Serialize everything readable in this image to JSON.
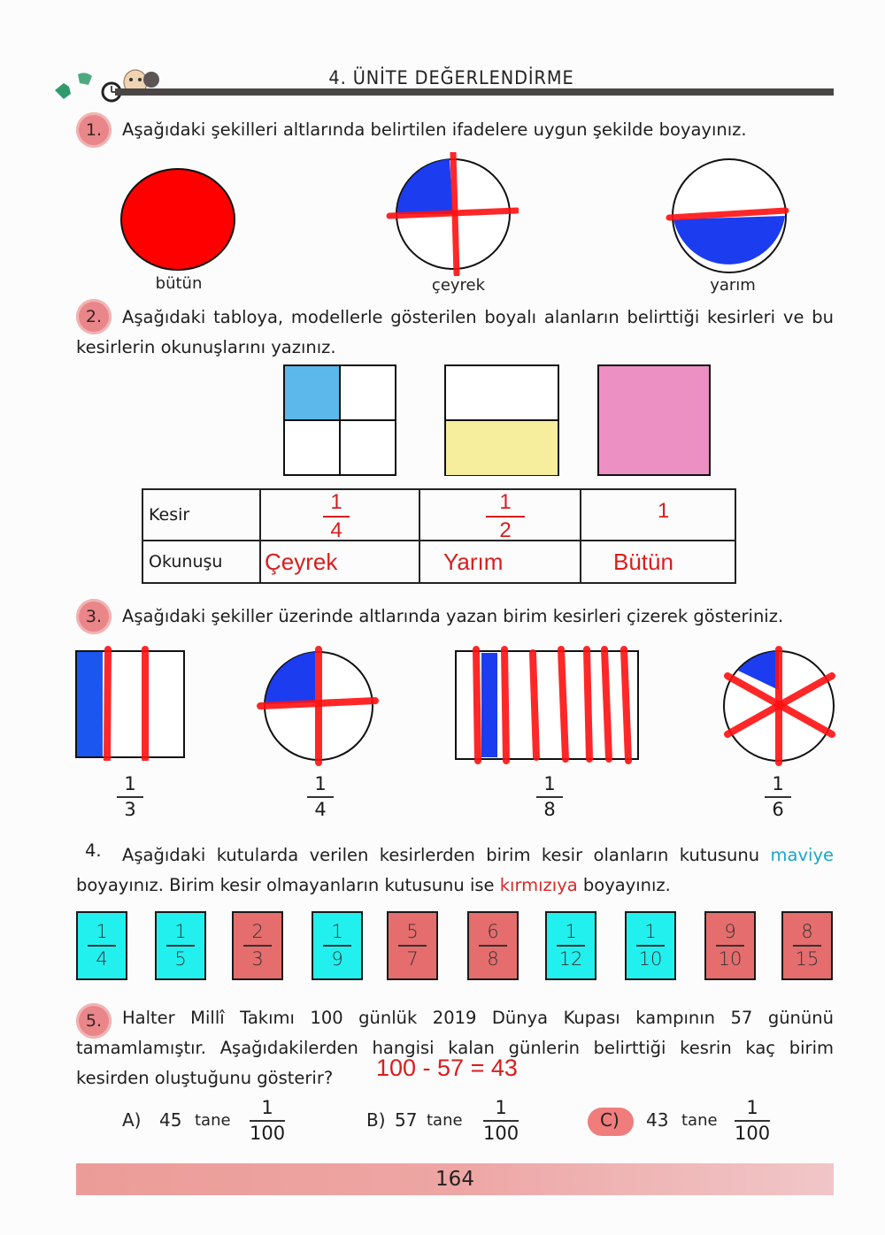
{
  "header": {
    "title": "4. ÜNİTE DEĞERLENDİRME"
  },
  "questions": {
    "q1": {
      "number": "1.",
      "text": "Aşağıdaki şekilleri altlarında belirtilen ifadelere uygun şekilde boyayınız.",
      "shapes": [
        {
          "label": "bütün",
          "shape": "circle",
          "fill": "whole"
        },
        {
          "label": "çeyrek",
          "shape": "circle",
          "fill": "quarter"
        },
        {
          "label": "yarım",
          "shape": "circle",
          "fill": "half"
        }
      ]
    },
    "q2": {
      "number": "2.",
      "text": "Aşağıdaki tabloya, modellerle gösterilen boyalı alanların belirttiği kesirleri ve bu kesirlerin okunuşlarını yazınız.",
      "models": [
        {
          "type": "grid-2x2",
          "shaded": "top-left",
          "color": "#5cb8ea"
        },
        {
          "type": "halves",
          "shaded": "bottom",
          "color": "#f6ee9c"
        },
        {
          "type": "whole",
          "shaded": "all",
          "color": "#ec8fc3"
        }
      ],
      "table": {
        "row1_label": "Kesir",
        "row2_label": "Okunuşu",
        "fractions": [
          {
            "num": "1",
            "den": "4"
          },
          {
            "num": "1",
            "den": "2"
          },
          {
            "num": "1",
            "den": ""
          }
        ],
        "readings": [
          "Çeyrek",
          "Yarım",
          "Bütün"
        ]
      }
    },
    "q3": {
      "number": "3.",
      "text": "Aşağıdaki şekiller üzerinde altlarında yazan birim kesirleri çizerek gösteriniz.",
      "items": [
        {
          "shape": "rectangle",
          "num": "1",
          "den": "3"
        },
        {
          "shape": "circle",
          "num": "1",
          "den": "4"
        },
        {
          "shape": "rectangle",
          "num": "1",
          "den": "8"
        },
        {
          "shape": "circle",
          "num": "1",
          "den": "6"
        }
      ]
    },
    "q4": {
      "number": "4.",
      "text_before": "Aşağıdaki kutularda verilen kesirlerden birim kesir olanların kutusunu ",
      "word_blue": "maviye",
      "text_middle": " boyayınız. Birim kesir olmayanların kutusunu ise ",
      "word_red": "kırmızıya",
      "text_after": " boyayınız.",
      "boxes": [
        {
          "num": "1",
          "den": "4",
          "color": "cyan"
        },
        {
          "num": "1",
          "den": "5",
          "color": "cyan"
        },
        {
          "num": "2",
          "den": "3",
          "color": "red"
        },
        {
          "num": "1",
          "den": "9",
          "color": "cyan"
        },
        {
          "num": "5",
          "den": "7",
          "color": "red"
        },
        {
          "num": "6",
          "den": "8",
          "color": "red"
        },
        {
          "num": "1",
          "den": "12",
          "color": "cyan"
        },
        {
          "num": "1",
          "den": "10",
          "color": "cyan"
        },
        {
          "num": "9",
          "den": "10",
          "color": "red"
        },
        {
          "num": "8",
          "den": "15",
          "color": "red"
        }
      ]
    },
    "q5": {
      "number": "5.",
      "text": "Halter Millî Takımı 100 günlük 2019 Dünya Kupası kampının 57 gününü tamamlamıştır. Aşağıdakilerden hangisi kalan günlerin belirttiği kesrin kaç birim kesirden oluştuğunu gösterir?",
      "handwritten_answer": "100 - 57 = 43",
      "options": [
        {
          "letter": "A)",
          "count": "45",
          "word": "tane",
          "num": "1",
          "den": "100",
          "selected": false
        },
        {
          "letter": "B)",
          "count": "57",
          "word": "tane",
          "num": "1",
          "den": "100",
          "selected": false
        },
        {
          "letter": "C)",
          "count": "43",
          "word": "tane",
          "num": "1",
          "den": "100",
          "selected": true
        }
      ]
    }
  },
  "footer": {
    "page_number": "164"
  },
  "colors": {
    "answer_red": "#d81e1e",
    "paint_blue": "#1c3cf0",
    "mark_red": "#ff1010",
    "cyan_box": "#22f0ee",
    "red_box": "#e56d6d",
    "qnum_pink": "#e9868a"
  }
}
